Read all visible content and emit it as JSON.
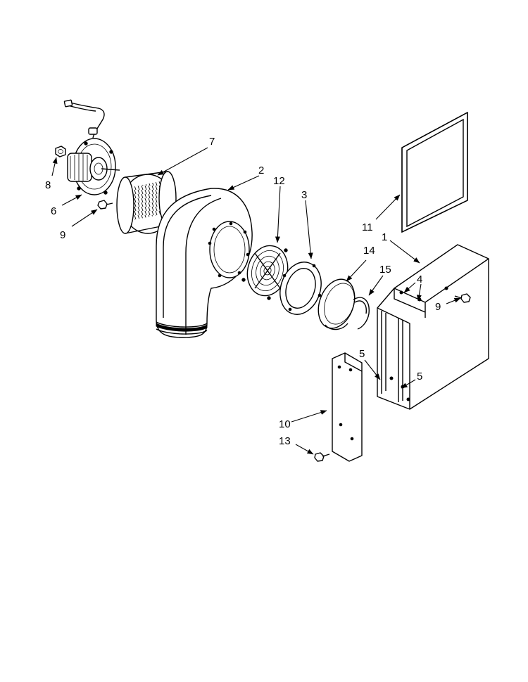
{
  "diagram": {
    "callouts": [
      {
        "id": "c7",
        "label": "7"
      },
      {
        "id": "c2",
        "label": "2"
      },
      {
        "id": "c12",
        "label": "12"
      },
      {
        "id": "c3",
        "label": "3"
      },
      {
        "id": "c8",
        "label": "8"
      },
      {
        "id": "c6",
        "label": "6"
      },
      {
        "id": "c9a",
        "label": "9"
      },
      {
        "id": "c11",
        "label": "11"
      },
      {
        "id": "c1",
        "label": "1"
      },
      {
        "id": "c14",
        "label": "14"
      },
      {
        "id": "c15",
        "label": "15"
      },
      {
        "id": "c4",
        "label": "4"
      },
      {
        "id": "c9b",
        "label": "9"
      },
      {
        "id": "c5a",
        "label": "5"
      },
      {
        "id": "c5b",
        "label": "5"
      },
      {
        "id": "c10",
        "label": "10"
      },
      {
        "id": "c13",
        "label": "13"
      }
    ]
  }
}
